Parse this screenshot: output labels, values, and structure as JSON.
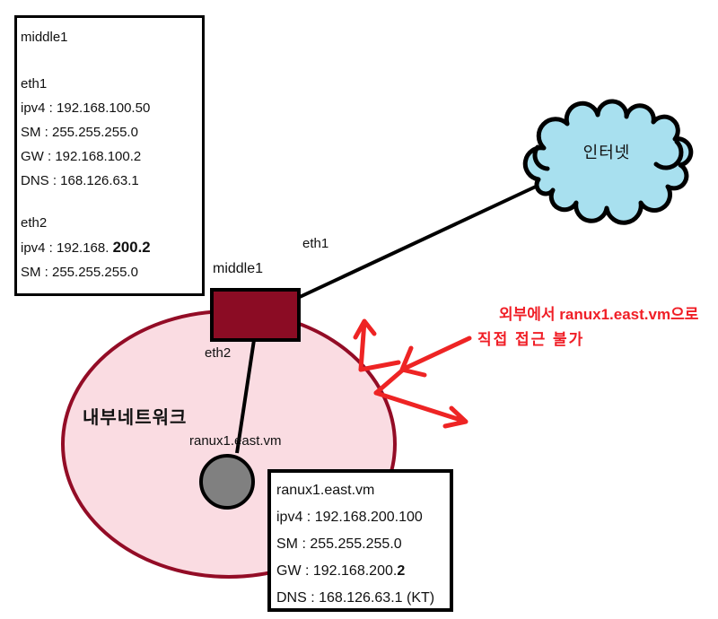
{
  "info_box_middle1": {
    "title": "middle1",
    "eth1_heading": "eth1",
    "eth1_ipv4": "ipv4 : 192.168.100.50",
    "eth1_sm": "SM : 255.255.255.0",
    "eth1_gw": "GW : 192.168.100.2",
    "eth1_dns": "DNS : 168.126.63.1",
    "eth2_heading": "eth2",
    "eth2_ipv4_prefix": "ipv4 : 192.168. ",
    "eth2_ipv4_bold": "200.2",
    "eth2_sm": "SM : 255.255.255.0"
  },
  "cloud": {
    "label": "인터넷"
  },
  "router": {
    "label": "middle1"
  },
  "links": {
    "eth1_label": "eth1",
    "eth2_label": "eth2"
  },
  "network": {
    "label": "내부네트워크"
  },
  "vm": {
    "label": "ranux1.east.vm"
  },
  "info_box_vm": {
    "title": "ranux1.east.vm",
    "ipv4": "ipv4 : 192.168.200.100",
    "sm": "SM : 255.255.255.0",
    "gw_prefix": "GW : 192.168.200.",
    "gw_bold": "2",
    "dns": "DNS  : 168.126.63.1 (KT)"
  },
  "annotation": {
    "line1": "외부에서 ranux1.east.vm으로",
    "line2": "직접 접근 불가"
  },
  "colors": {
    "router_fill": "#8b0c24",
    "network_fill": "#fadce2",
    "network_border": "#930c26",
    "cloud_fill": "#a8e0ef",
    "annotation_red": "#f01e26",
    "arrow_red": "#ee2424",
    "node_gray": "#808080",
    "outline_black": "#000000"
  }
}
